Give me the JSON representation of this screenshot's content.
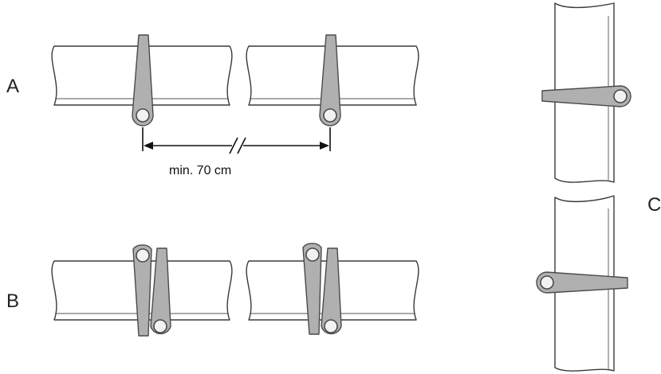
{
  "labels": {
    "a": "A",
    "b": "B",
    "c": "C"
  },
  "dimension": {
    "text": "min. 70 cm"
  },
  "colors": {
    "clip_fill": "#b0b0b0",
    "outline": "#3a3a3a",
    "pin_fill": "#f2f2f2",
    "background": "#ffffff"
  }
}
